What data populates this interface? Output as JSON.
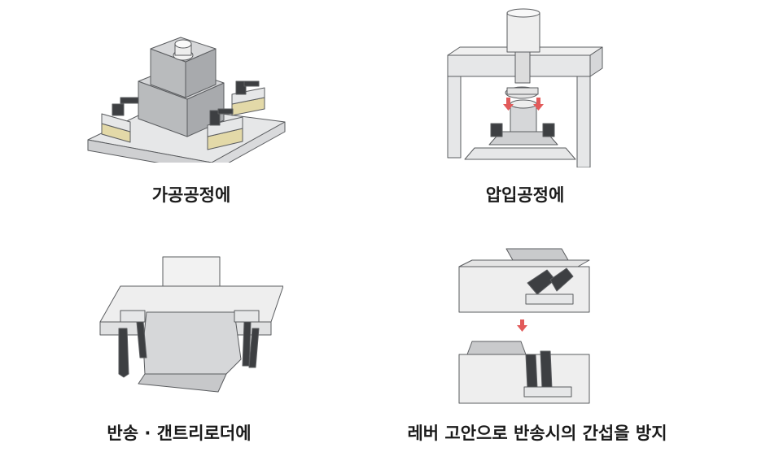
{
  "panels": [
    {
      "caption": "가공공정에"
    },
    {
      "caption": "압입공정에"
    },
    {
      "caption": "반송 · 갠트리로더에"
    },
    {
      "caption": "레버 고안으로 반송시의 간섭을 방지"
    }
  ],
  "colors": {
    "gray_block": "#b9bbbd",
    "gray_light": "#e6e7e8",
    "gray_dark": "#8d8f92",
    "tan": "#e3d9a8",
    "clamp_dark": "#3d3f42",
    "arrow_red": "#e25a5a",
    "outline": "#5a5c5f"
  }
}
